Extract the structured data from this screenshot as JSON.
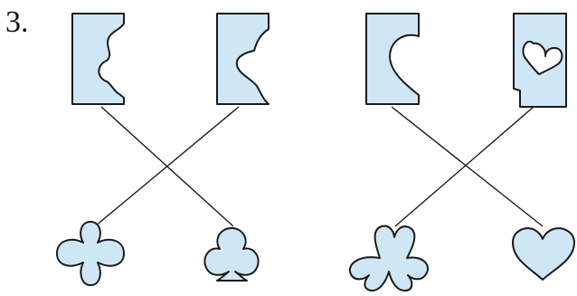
{
  "problem": {
    "number": "3."
  },
  "colors": {
    "fill": "#cfe6f6",
    "stroke": "#1a1a1a"
  },
  "pieces": [
    {
      "id": "cutout-1",
      "name": "card-with-bumpy-cutout"
    },
    {
      "id": "cutout-2",
      "name": "card-with-curved-cutout"
    },
    {
      "id": "cutout-3",
      "name": "card-with-half-heart-cutout"
    },
    {
      "id": "cutout-4",
      "name": "card-with-heart-hole-cutout"
    }
  ],
  "shapes": [
    {
      "id": "shape-1",
      "name": "quatrefoil-shape"
    },
    {
      "id": "shape-2",
      "name": "club-shape"
    },
    {
      "id": "shape-3",
      "name": "three-heart-clover-shape"
    },
    {
      "id": "shape-4",
      "name": "heart-shape"
    }
  ],
  "matches": [
    {
      "from": "cutout-1",
      "to": "shape-2"
    },
    {
      "from": "cutout-2",
      "to": "shape-1"
    },
    {
      "from": "cutout-3",
      "to": "shape-4"
    },
    {
      "from": "cutout-4",
      "to": "shape-3"
    }
  ]
}
